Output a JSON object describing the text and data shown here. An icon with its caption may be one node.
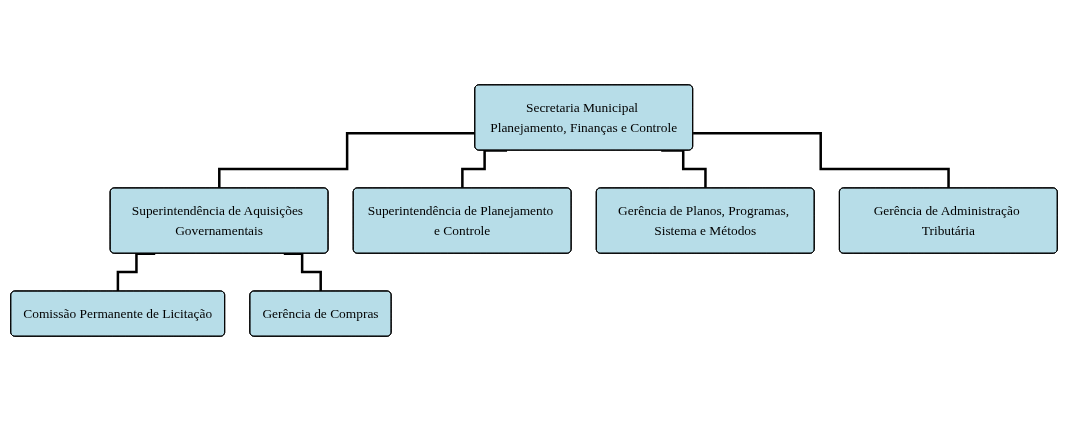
{
  "diagram": {
    "nodes": [
      {
        "text": [
          "Secretaria Municipal Planejamento, Finanças e Controle"
        ]
      },
      {
        "text": [
          "Superintendência de Aquisições Governamentais"
        ]
      },
      {
        "text": [
          "Superintendência de Planejamento e Controle"
        ]
      },
      {
        "text": [
          "Comissão Permanente de Licitação"
        ]
      },
      {
        "text": [
          "Gerência de Compras"
        ]
      },
      {
        "text": [
          "Gerência de Planos, Programas, Sistema e Métodos"
        ]
      },
      {
        "text": [
          "Gerência de Administração Tributária"
        ]
      }
    ],
    "edges": [
      {
        "from": 0,
        "to": 1,
        "arrow": "none"
      },
      {
        "from": 0,
        "to": 2,
        "arrow": "none"
      },
      {
        "from": 0,
        "to": 5,
        "arrow": "none"
      },
      {
        "from": 0,
        "to": 6,
        "arrow": "none"
      },
      {
        "from": 1,
        "to": 3,
        "arrow": "none"
      },
      {
        "from": 1,
        "to": 4,
        "arrow": "none"
      }
    ]
  }
}
